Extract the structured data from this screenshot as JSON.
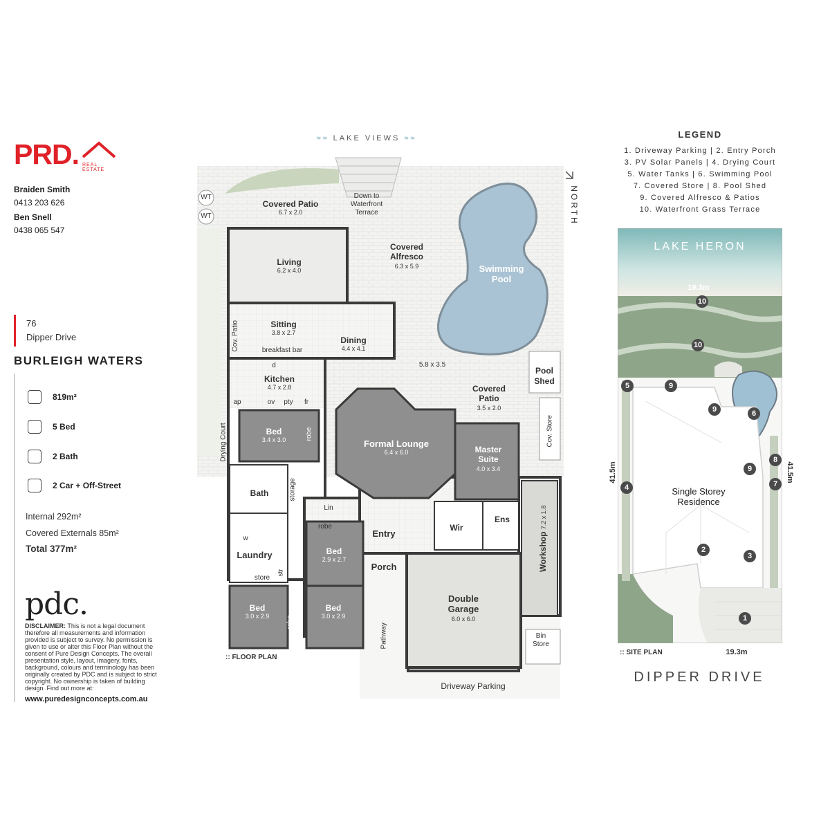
{
  "brand": {
    "name": "PRD.",
    "sub": "REAL ESTATE"
  },
  "agents": [
    {
      "name": "Braiden Smith",
      "phone": "0413 203 626"
    },
    {
      "name": "Ben Snell",
      "phone": "0438 065 547"
    }
  ],
  "address": {
    "number": "76",
    "street": "Dipper Drive",
    "suburb": "BURLEIGH WATERS"
  },
  "features": [
    {
      "icon": "land-icon",
      "label": "819m²"
    },
    {
      "icon": "bed-icon",
      "label": "5 Bed"
    },
    {
      "icon": "bath-icon",
      "label": "2 Bath"
    },
    {
      "icon": "car-icon",
      "label": "2 Car + Off-Street"
    }
  ],
  "areas": {
    "internal": "Internal 292m²",
    "covered": "Covered Externals 85m²",
    "total": "Total 377m²"
  },
  "pdc": {
    "logo": "pdc.",
    "disclaimer_label": "DISCLAIMER:",
    "disclaimer": "This is not a legal document therefore all measurements and information provided is subject to survey. No permission is given to use or alter this Floor Plan without the consent of Pure Design Concepts. The overall presentation style, layout, imagery, fonts, background, colours and terminology has been originally created by PDC and is subject to strict copyright. No ownership is taken of building design. Find out more at:",
    "url": "www.puredesignconcepts.com.au"
  },
  "floorplan": {
    "top_label": "LAKE VIEWS",
    "north": "NORTH",
    "caption": ":: FLOOR PLAN",
    "rooms": {
      "wt1": "WT",
      "wt2": "WT",
      "covered_patio": {
        "name": "Covered Patio",
        "dim": "6.7 x 2.0"
      },
      "down_to": "Down to",
      "waterfront": "Waterfront",
      "terrace": "Terrace",
      "living": {
        "name": "Living",
        "dim": "6.2 x 4.0"
      },
      "covered_alfresco": {
        "name": "Covered",
        "name2": "Alfresco",
        "dim": "6.3 x 5.9"
      },
      "swimming_pool": {
        "name": "Swimming",
        "name2": "Pool"
      },
      "cov_patio_side": "Cov. Patio",
      "sitting": {
        "name": "Sitting",
        "dim": "3.8 x 2.7"
      },
      "dining": {
        "name": "Dining",
        "dim": "4.4 x 4.1"
      },
      "breakfast_bar": "breakfast bar",
      "d": "d",
      "terrace_dim": "5.8 x 3.5",
      "kitchen": {
        "name": "Kitchen",
        "dim": "4.7 x 2.8"
      },
      "ap": "ap",
      "ov": "ov",
      "pty": "pty",
      "fr": "fr",
      "pool_shed": {
        "name": "Pool",
        "name2": "Shed"
      },
      "covered_patio2": {
        "name": "Covered",
        "name2": "Patio",
        "dim": "3.5 x 2.0"
      },
      "drying_court": "Drying Court",
      "bed1": {
        "name": "Bed",
        "dim": "3.4 x 3.0"
      },
      "robe": "robe",
      "formal_lounge": {
        "name": "Formal Lounge",
        "dim": "6.4 x 6.0"
      },
      "master_suite": {
        "name": "Master",
        "name2": "Suite",
        "dim": "4.0 x 3.4"
      },
      "cov_store": "Cov. Store",
      "bath": "Bath",
      "storage": "storage",
      "lin": "Lin",
      "entry": "Entry",
      "wir": "Wir",
      "ens": "Ens",
      "workshop": {
        "name": "Workshop",
        "dim": "7.2 x 1.8"
      },
      "bed2": {
        "name": "Bed",
        "dim": "2.9 x 2.7"
      },
      "w": "w",
      "laundry": "Laundry",
      "store": "store",
      "str": "str",
      "porch": "Porch",
      "double_garage": {
        "name": "Double",
        "name2": "Garage",
        "dim": "6.0 x 6.0"
      },
      "bed3": {
        "name": "Bed",
        "dim": "3.0 x 2.9"
      },
      "bed4": {
        "name": "Bed",
        "dim": "3.0 x 2.9"
      },
      "pathway": "Pathway",
      "bin_store": {
        "name": "Bin",
        "name2": "Store"
      },
      "driveway": "Driveway Parking"
    }
  },
  "legend": {
    "title": "LEGEND",
    "lines": [
      "1. Driveway Parking  |  2. Entry Porch",
      "3. PV Solar Panels  |  4. Drying Court",
      "5. Water Tanks  |  6. Swimming Pool",
      "7. Covered Store  |  8. Pool Shed",
      "9. Covered Alfresco & Patios",
      "10. Waterfront Grass Terrace"
    ]
  },
  "siteplan": {
    "lake": "LAKE HERON",
    "width_top": "19.3m",
    "width_bottom": "19.3m",
    "depth_left": "41.5m",
    "depth_right": "41.5m",
    "residence": "Single Storey",
    "residence2": "Residence",
    "caption": ":: SITE PLAN",
    "street": "DIPPER DRIVE",
    "markers": [
      "10",
      "10",
      "5",
      "9",
      "9",
      "6",
      "8",
      "9",
      "4",
      "7",
      "2",
      "3",
      "1"
    ]
  }
}
